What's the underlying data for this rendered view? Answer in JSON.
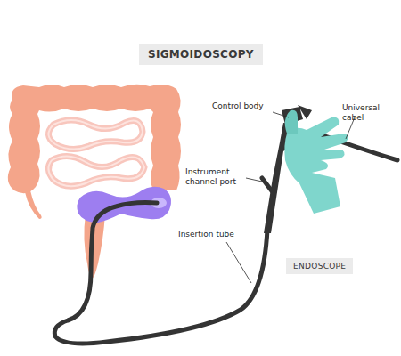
{
  "diagram": {
    "title": "SIGMOIDOSCOPY",
    "nodes": [
      {
        "text": [
          "ENDOSCOPE"
        ]
      }
    ],
    "labels": [
      "Control body",
      "Universal cabel",
      "Instrument channel port",
      "Insertion tube"
    ]
  }
}
